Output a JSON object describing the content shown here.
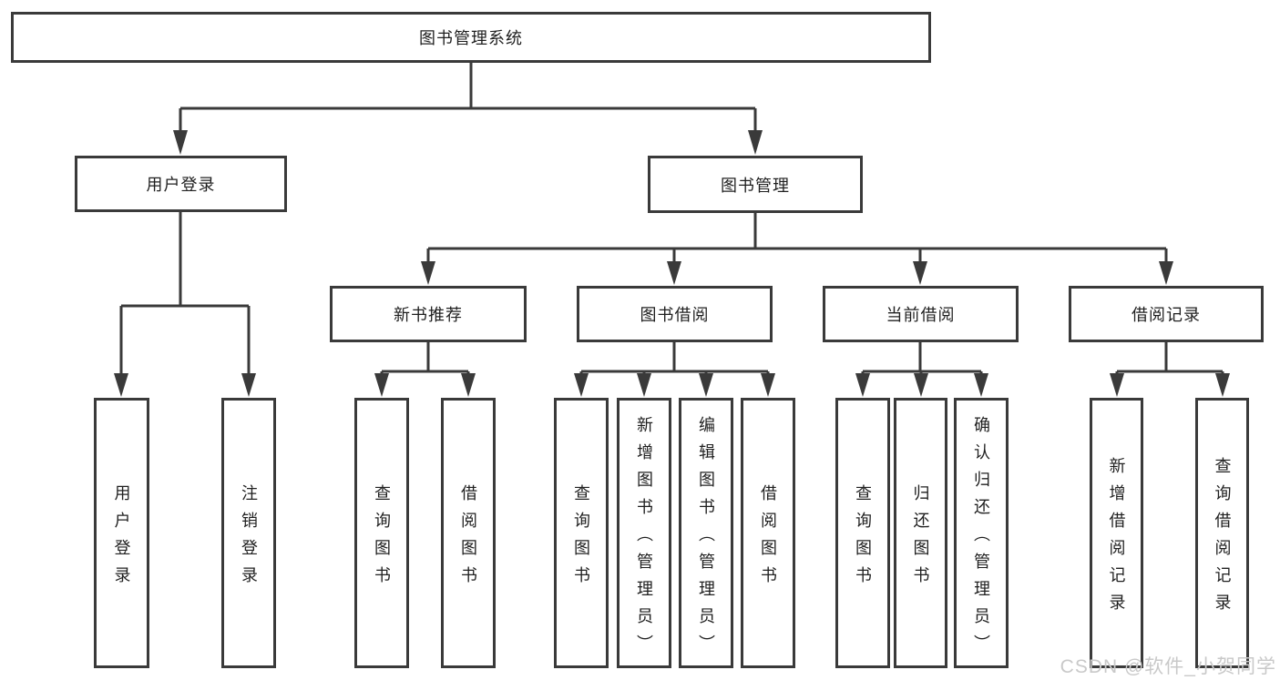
{
  "diagram": {
    "root": {
      "label": "图书管理系统"
    },
    "branches": [
      {
        "label": "用户登录",
        "children": [
          {
            "label": "用户登录"
          },
          {
            "label": "注销登录"
          }
        ]
      },
      {
        "label": "图书管理",
        "modules": [
          {
            "label": "新书推荐",
            "children": [
              {
                "label": "查询图书"
              },
              {
                "label": "借阅图书"
              }
            ]
          },
          {
            "label": "图书借阅",
            "children": [
              {
                "label": "查询图书"
              },
              {
                "label": "新增图书（管理员）"
              },
              {
                "label": "编辑图书（管理员）"
              },
              {
                "label": "借阅图书"
              }
            ]
          },
          {
            "label": "当前借阅",
            "children": [
              {
                "label": "查询图书"
              },
              {
                "label": "归还图书"
              },
              {
                "label": "确认归还（管理员）"
              }
            ]
          },
          {
            "label": "借阅记录",
            "children": [
              {
                "label": "新增借阅记录"
              },
              {
                "label": "查询借阅记录"
              }
            ]
          }
        ]
      }
    ]
  },
  "watermark": {
    "text": "CSDN @软件_小贺同学"
  },
  "colors": {
    "line": "#3a3a3a",
    "border": "#3a3a3a",
    "text": "#1f1f1f",
    "background": "#ffffff",
    "watermark": "#c9c9c9"
  }
}
